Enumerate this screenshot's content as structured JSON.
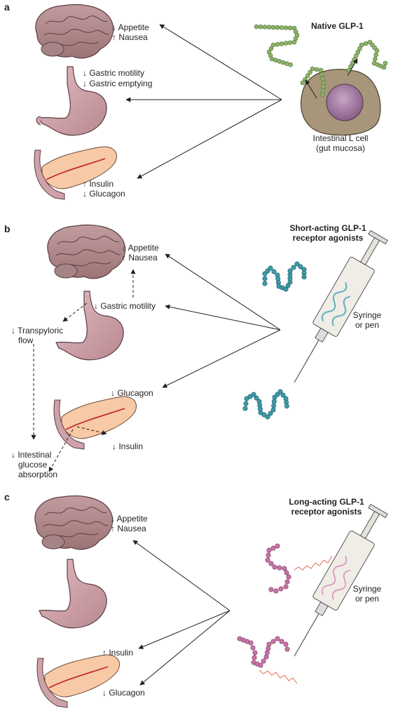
{
  "panel_a": {
    "letter": "a",
    "title": "Native GLP-1",
    "brain": [
      "↓ Appetite",
      "↑ Nausea"
    ],
    "stomach": [
      "↓ Gastric motility",
      "↓ Gastric emptying"
    ],
    "pancreas": [
      "↑ Insulin",
      "↓ Glucagon"
    ],
    "cell": [
      "Intestinal L cell",
      "(gut mucosa)"
    ]
  },
  "panel_b": {
    "letter": "b",
    "title": [
      "Short-acting GLP-1",
      "receptor agonists"
    ],
    "brain": [
      "↓ Appetite",
      "↑ Nausea"
    ],
    "stomach": "↓ Gastric motility",
    "transpyloric": [
      "↓ Transpyloric",
      "flow"
    ],
    "glucagon": "↓ Glucagon",
    "insulin": "↓ Insulin",
    "absorption": [
      "↓ Intestinal",
      "glucose",
      "absorption"
    ],
    "syringe": [
      "Syringe",
      "or pen"
    ]
  },
  "panel_c": {
    "letter": "c",
    "title": [
      "Long-acting GLP-1",
      "receptor agonists"
    ],
    "brain": [
      "↓ Appetite",
      "↑ Nausea"
    ],
    "insulin": "↑ Insulin",
    "glucagon": "↓ Glucagon",
    "syringe": [
      "Syringe",
      "or pen"
    ]
  },
  "colors": {
    "brain": "#b08a8c",
    "stomach": "#cfa2aa",
    "pancreas": "#f7c9a5",
    "cell": "#a8967a",
    "nucleus": "#9a6f96",
    "green_peptide": "#8fb36a",
    "teal_peptide": "#3e9aa6",
    "pink_peptide": "#c774a8"
  }
}
